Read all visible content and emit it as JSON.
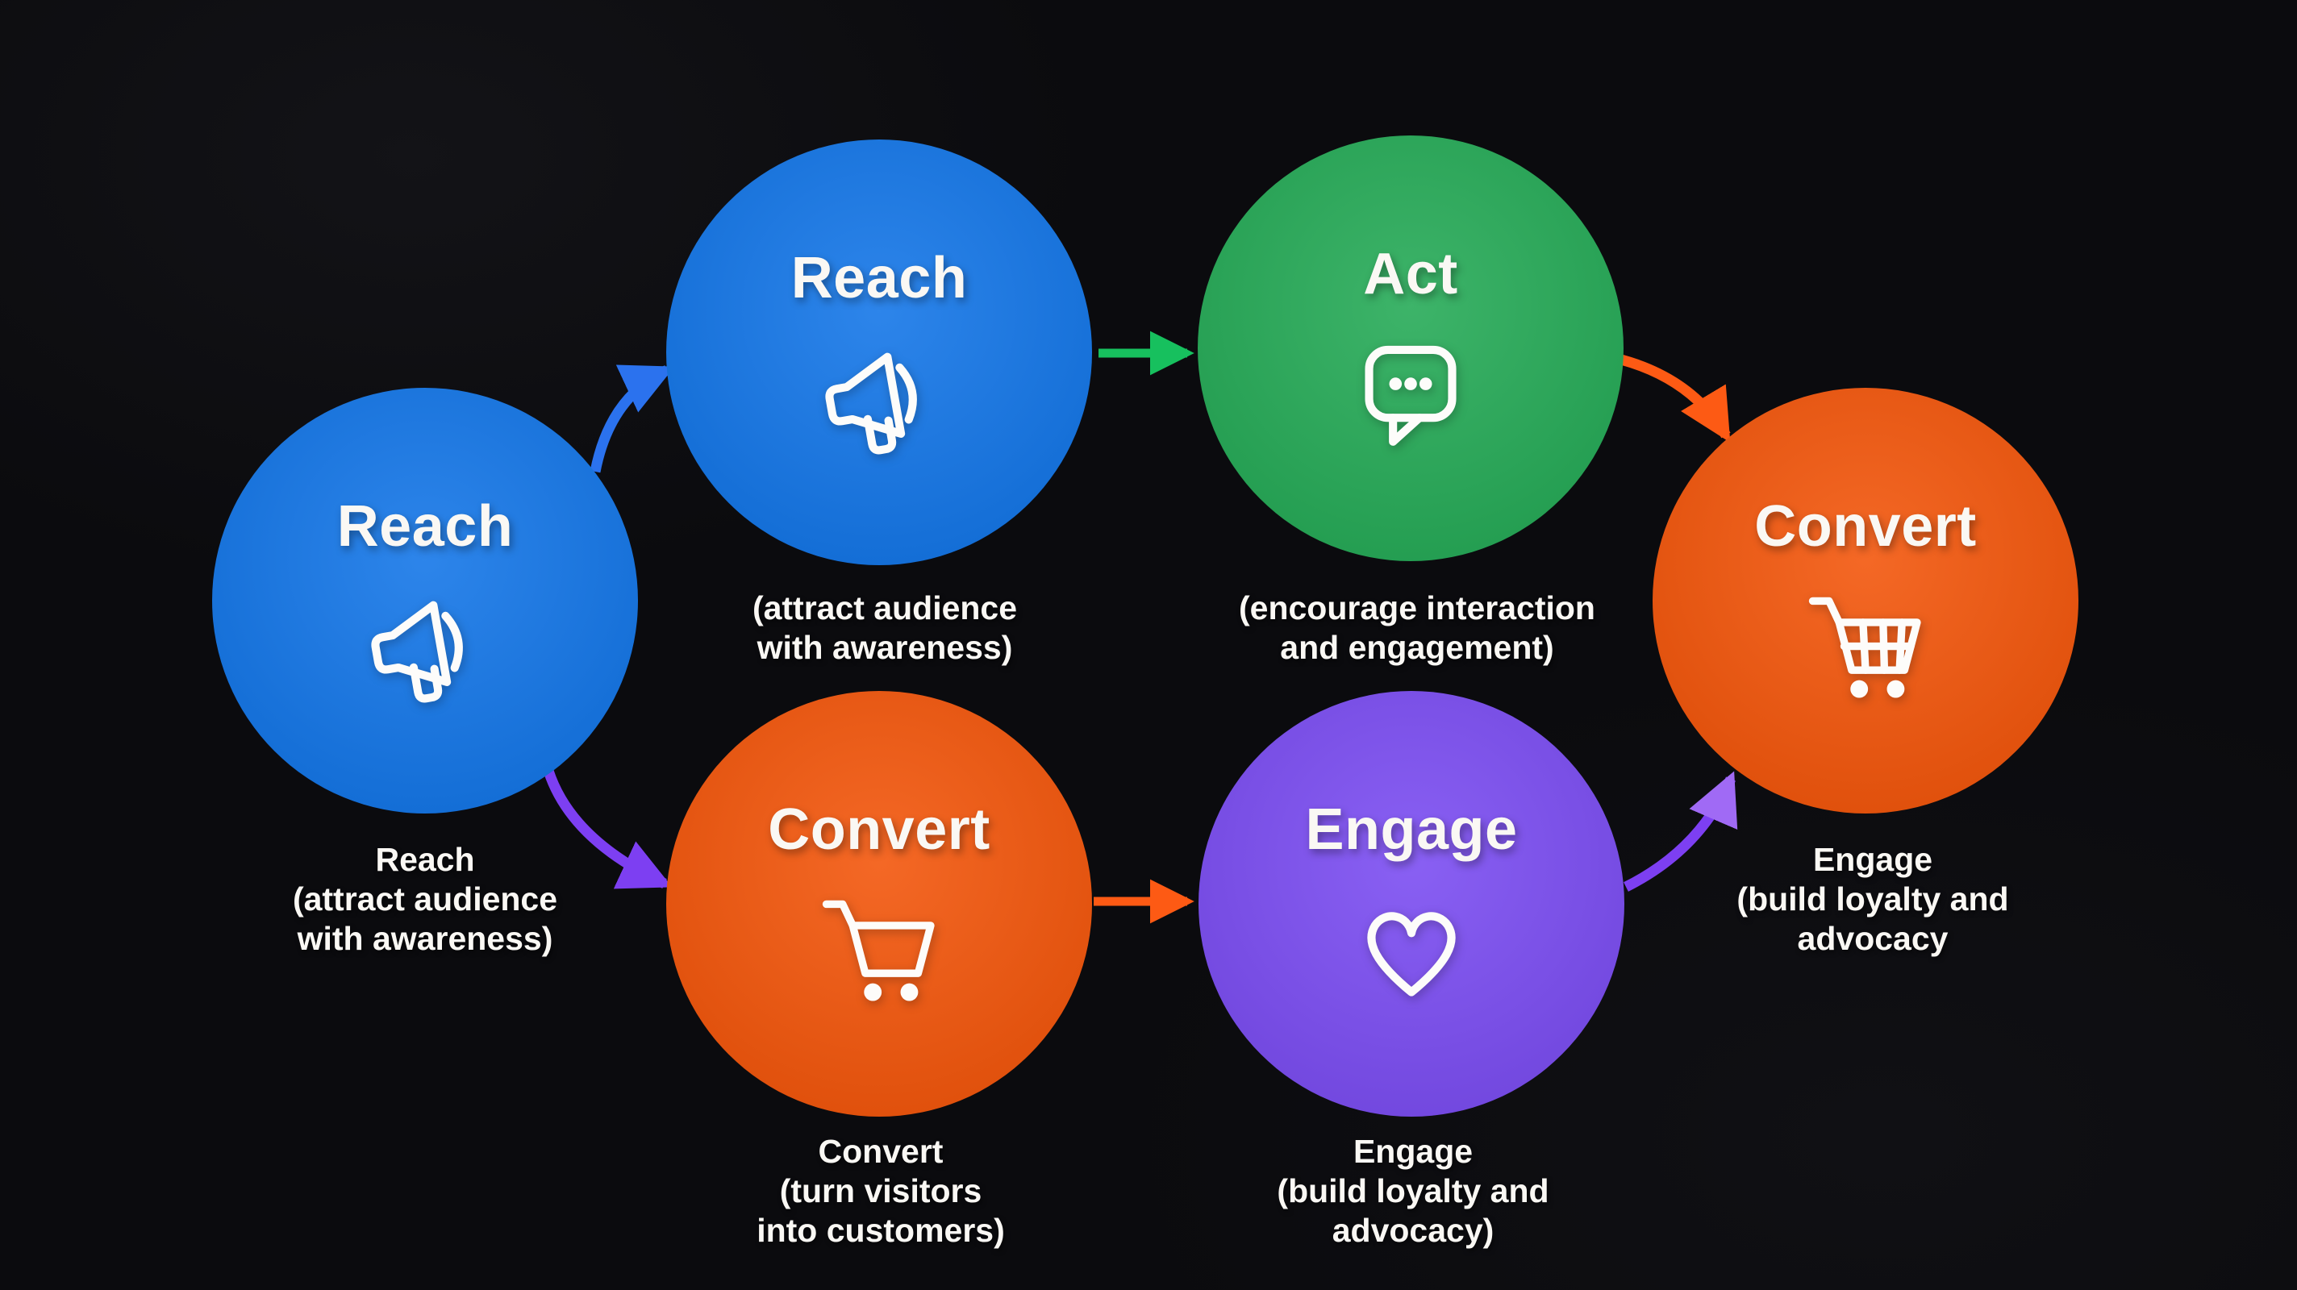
{
  "title": "RACE marketing funnel diagram",
  "colors": {
    "background": "#0b0b0e",
    "node_blue": "#1577e8",
    "node_green": "#27ab58",
    "node_orange": "#f3570d",
    "node_purple": "#7c4ef2",
    "arrow_blue": "#2b72ee",
    "arrow_green": "#17c05e",
    "arrow_orange": "#fd5a14",
    "arrow_purple": "#7d3ff2",
    "arrow_purple_head": "#a06af5",
    "text": "#faf8f4",
    "icon": "#fdfcfa"
  },
  "nodes": {
    "reach_main": {
      "label": "Reach",
      "icon": "megaphone-icon",
      "color": "node_blue",
      "caption": [
        "Reach",
        "(attract audience",
        "with awareness)"
      ]
    },
    "reach_top": {
      "label": "Reach",
      "icon": "megaphone-icon",
      "color": "node_blue",
      "caption": [
        "(attract audience",
        "with awareness)"
      ]
    },
    "act": {
      "label": "Act",
      "icon": "chat-bubble-icon",
      "color": "node_green",
      "caption": [
        "(encourage interaction",
        "and engagement)"
      ]
    },
    "convert_right": {
      "label": "Convert",
      "icon": "shopping-cart-grid-icon",
      "color": "node_orange",
      "caption": [
        "Engage",
        "(build loyalty and",
        "advocacy"
      ]
    },
    "convert_bottom": {
      "label": "Convert",
      "icon": "shopping-cart-icon",
      "color": "node_orange",
      "caption": [
        "Convert",
        "(turn visitors",
        "into customers)"
      ]
    },
    "engage": {
      "label": "Engage",
      "icon": "heart-icon",
      "color": "node_purple",
      "caption": [
        "Engage",
        "(build loyalty and",
        "advocacy)"
      ]
    }
  },
  "edges": [
    {
      "from": "reach_main",
      "to": "reach_top",
      "color": "arrow_blue",
      "style": "curved"
    },
    {
      "from": "reach_main",
      "to": "convert_bottom",
      "color": "arrow_purple",
      "style": "curved"
    },
    {
      "from": "reach_top",
      "to": "act",
      "color": "arrow_green",
      "style": "straight"
    },
    {
      "from": "act",
      "to": "convert_right",
      "color": "arrow_orange",
      "style": "curved"
    },
    {
      "from": "convert_bottom",
      "to": "engage",
      "color": "arrow_orange",
      "style": "straight"
    },
    {
      "from": "engage",
      "to": "convert_right",
      "color": "arrow_purple",
      "style": "curved"
    }
  ]
}
